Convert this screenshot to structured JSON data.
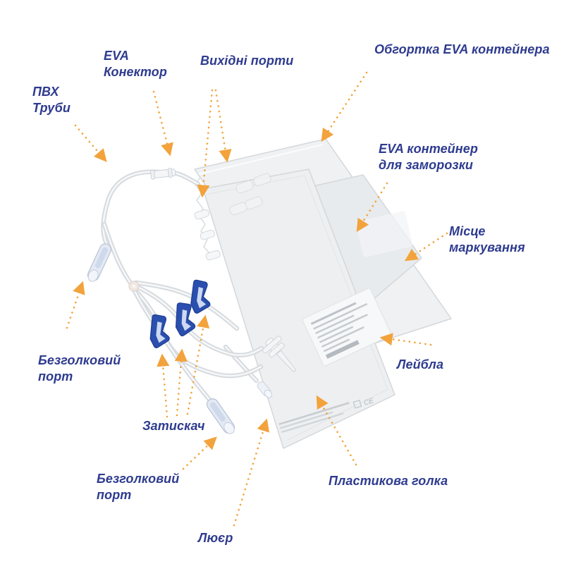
{
  "colors": {
    "background": "#ffffff",
    "label-text": "#2e3b8f",
    "arrow-orange": "#f2a33c",
    "bag-wrap-fill": "#eff1f3",
    "bag-a-fill": "#e8ebed",
    "bag-b-fill": "#edeff1",
    "bag-stroke": "#d4d8db",
    "tube-stroke": "#d7dbdf",
    "tube-core": "#f7f8f9",
    "clamp-blue": "#2a4fae",
    "clamp-blue-dark": "#1d3c94",
    "port-fill": "#e4eaf4",
    "port-stroke": "#b7c2d6"
  },
  "diagram": {
    "labels": [
      {
        "id": "pvc-tubes",
        "text": "ПВХ\nТруби"
      },
      {
        "id": "eva-connector",
        "text": "EVA\nКонектор"
      },
      {
        "id": "output-ports",
        "text": "Вихідні порти"
      },
      {
        "id": "eva-wrap",
        "text": "Обгортка EVA контейнера"
      },
      {
        "id": "eva-container",
        "text": "EVA контейнер\nдля заморозки"
      },
      {
        "id": "marking-place",
        "text": "Місце маркування"
      },
      {
        "id": "label-sticker",
        "text": "Лейбла"
      },
      {
        "id": "needleless-port-top",
        "text": "Безголковий\nпорт"
      },
      {
        "id": "clamp",
        "text": "Затискач"
      },
      {
        "id": "needleless-port-bottom",
        "text": "Безголковий\nпорт"
      },
      {
        "id": "plastic-needle",
        "text": "Пластикова голка"
      },
      {
        "id": "luer",
        "text": "Люєр"
      }
    ]
  }
}
